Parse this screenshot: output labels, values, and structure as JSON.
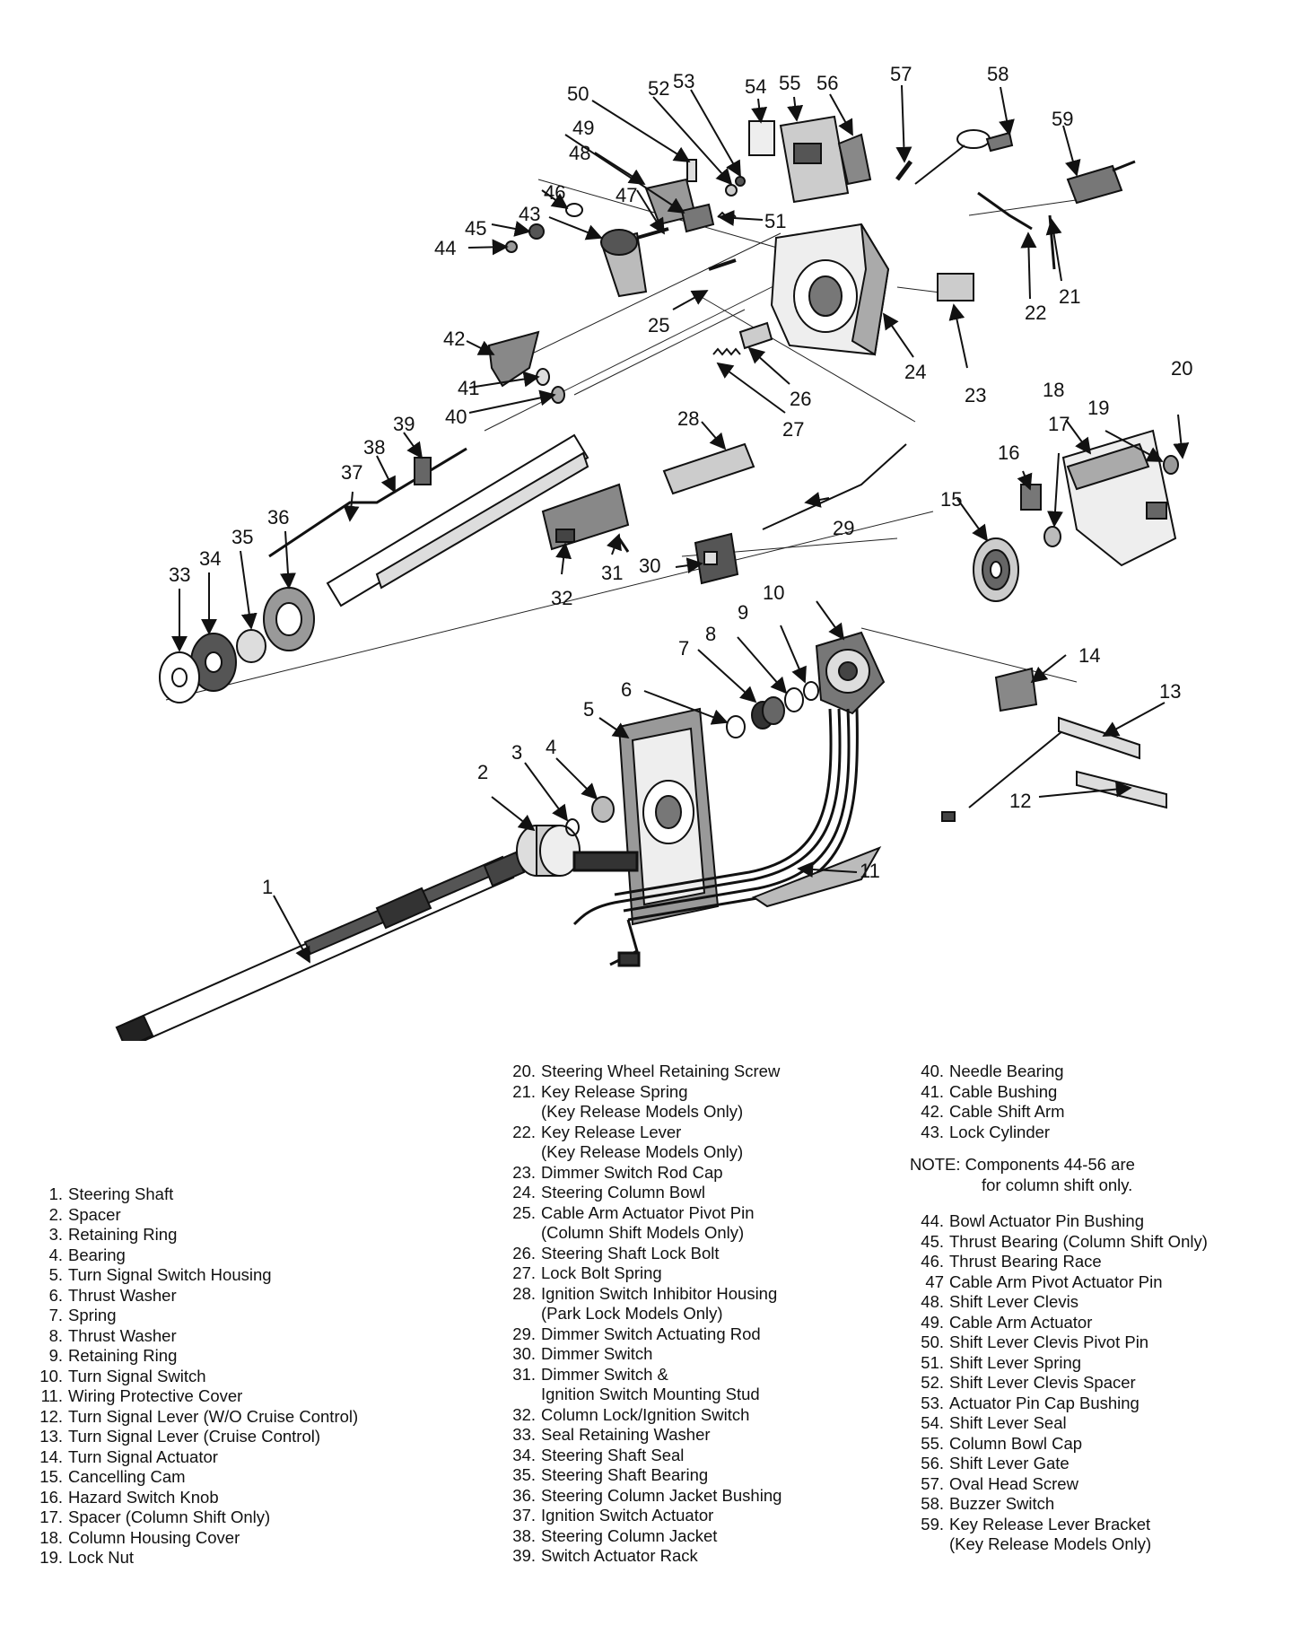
{
  "callouts": [
    "1",
    "2",
    "3",
    "4",
    "5",
    "6",
    "7",
    "8",
    "9",
    "10",
    "11",
    "12",
    "13",
    "14",
    "15",
    "16",
    "17",
    "18",
    "19",
    "20",
    "21",
    "22",
    "23",
    "24",
    "25",
    "26",
    "27",
    "28",
    "29",
    "30",
    "31",
    "32",
    "33",
    "34",
    "35",
    "36",
    "37",
    "38",
    "39",
    "40",
    "41",
    "42",
    "43",
    "44",
    "45",
    "46",
    "47",
    "48",
    "49",
    "50",
    "51",
    "52",
    "53",
    "54",
    "55",
    "56",
    "57",
    "58",
    "59"
  ],
  "legend": {
    "col1": [
      {
        "num": "1.",
        "text": "Steering Shaft"
      },
      {
        "num": "2.",
        "text": "Spacer"
      },
      {
        "num": "3.",
        "text": "Retaining Ring"
      },
      {
        "num": "4.",
        "text": "Bearing"
      },
      {
        "num": "5.",
        "text": "Turn Signal Switch Housing"
      },
      {
        "num": "6.",
        "text": "Thrust Washer"
      },
      {
        "num": "7.",
        "text": "Spring"
      },
      {
        "num": "8.",
        "text": "Thrust Washer"
      },
      {
        "num": "9.",
        "text": "Retaining Ring"
      },
      {
        "num": "10.",
        "text": "Turn Signal Switch"
      },
      {
        "num": "11.",
        "text": "Wiring Protective Cover"
      },
      {
        "num": "12.",
        "text": "Turn Signal Lever (W/O Cruise Control)"
      },
      {
        "num": "13.",
        "text": "Turn Signal Lever (Cruise Control)"
      },
      {
        "num": "14.",
        "text": "Turn Signal Actuator"
      },
      {
        "num": "15.",
        "text": "Cancelling Cam"
      },
      {
        "num": "16.",
        "text": "Hazard Switch Knob"
      },
      {
        "num": "17.",
        "text": "Spacer (Column Shift Only)"
      },
      {
        "num": "18.",
        "text": "Column Housing Cover"
      },
      {
        "num": "19.",
        "text": "Lock Nut"
      }
    ],
    "col2": [
      {
        "num": "20.",
        "text": "Steering Wheel Retaining Screw"
      },
      {
        "num": "21.",
        "text": "Key Release Spring",
        "cont": "(Key Release Models Only)"
      },
      {
        "num": "22.",
        "text": "Key Release Lever",
        "cont": "(Key Release Models Only)"
      },
      {
        "num": "23.",
        "text": "Dimmer Switch Rod Cap"
      },
      {
        "num": "24.",
        "text": "Steering Column Bowl"
      },
      {
        "num": "25.",
        "text": "Cable Arm Actuator Pivot Pin",
        "cont": "(Column Shift Models Only)"
      },
      {
        "num": "26.",
        "text": "Steering Shaft Lock Bolt"
      },
      {
        "num": "27.",
        "text": "Lock Bolt Spring"
      },
      {
        "num": "28.",
        "text": "Ignition Switch Inhibitor Housing",
        "cont": "(Park Lock Models Only)"
      },
      {
        "num": "29.",
        "text": "Dimmer Switch Actuating Rod"
      },
      {
        "num": "30.",
        "text": "Dimmer Switch"
      },
      {
        "num": "31.",
        "text": "Dimmer Switch &",
        "cont": "Ignition Switch Mounting Stud"
      },
      {
        "num": "32.",
        "text": "Column Lock/Ignition Switch"
      },
      {
        "num": "33.",
        "text": "Seal Retaining Washer"
      },
      {
        "num": "34.",
        "text": "Steering Shaft Seal"
      },
      {
        "num": "35.",
        "text": "Steering Shaft Bearing"
      },
      {
        "num": "36.",
        "text": "Steering Column Jacket Bushing"
      },
      {
        "num": "37.",
        "text": "Ignition Switch Actuator"
      },
      {
        "num": "38.",
        "text": "Steering Column Jacket"
      },
      {
        "num": "39.",
        "text": "Switch Actuator Rack"
      }
    ],
    "col3a": [
      {
        "num": "40.",
        "text": "Needle Bearing"
      },
      {
        "num": "41.",
        "text": "Cable Bushing"
      },
      {
        "num": "42.",
        "text": "Cable Shift Arm"
      },
      {
        "num": "43.",
        "text": "Lock Cylinder"
      }
    ],
    "note": {
      "label": "NOTE:",
      "line1": "Components 44-56 are",
      "line2": "for column shift only."
    },
    "col3b": [
      {
        "num": "44.",
        "text": "Bowl Actuator Pin Bushing"
      },
      {
        "num": "45.",
        "text": "Thrust Bearing (Column Shift Only)"
      },
      {
        "num": "46.",
        "text": "Thrust Bearing Race"
      },
      {
        "num": "47",
        "text": "Cable Arm Pivot Actuator Pin"
      },
      {
        "num": "48.",
        "text": "Shift Lever Clevis"
      },
      {
        "num": "49.",
        "text": "Cable Arm Actuator"
      },
      {
        "num": "50.",
        "text": "Shift Lever Clevis Pivot Pin"
      },
      {
        "num": "51.",
        "text": "Shift Lever Spring"
      },
      {
        "num": "52.",
        "text": "Shift Lever Clevis Spacer"
      },
      {
        "num": "53.",
        "text": "Actuator Pin Cap Bushing"
      },
      {
        "num": "54.",
        "text": "Shift Lever Seal"
      },
      {
        "num": "55.",
        "text": "Column Bowl Cap"
      },
      {
        "num": "56.",
        "text": "Shift Lever Gate"
      },
      {
        "num": "57.",
        "text": "Oval Head Screw"
      },
      {
        "num": "58.",
        "text": "Buzzer Switch"
      },
      {
        "num": "59.",
        "text": "Key Release Lever Bracket",
        "cont": "(Key Release Models Only)"
      }
    ]
  }
}
